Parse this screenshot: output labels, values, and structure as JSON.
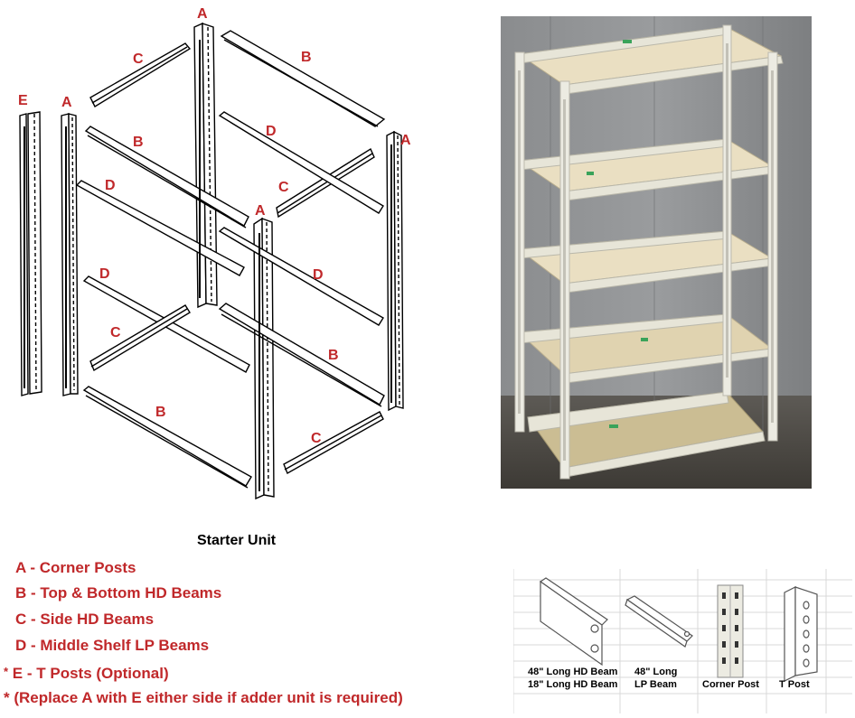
{
  "diagram": {
    "labels": {
      "E_post": "E",
      "A_left": "A",
      "A_top": "A",
      "A_right": "A",
      "A_front": "A",
      "B_top_back": "B",
      "B_top_front": "B",
      "B_bottom_back": "B",
      "B_bottom_front": "B",
      "C_top_left": "C",
      "C_top_right": "C",
      "C_bottom_left": "C",
      "C_bottom_right": "C",
      "D_upper_left": "D",
      "D_upper_right": "D",
      "D_lower_left": "D",
      "D_lower_right": "D"
    }
  },
  "caption": {
    "title": "Starter Unit",
    "legend": [
      "A - Corner Posts",
      "B - Top & Bottom HD Beams",
      "C - Side HD Beams",
      "D - Middle Shelf LP Beams"
    ],
    "note_star_1": "*",
    "note_1": "E - T Posts  (Optional)",
    "note_2": "* (Replace A  with E either side if adder unit is required)"
  },
  "parts_table": {
    "hd_beam_line1": "48\" Long HD Beam",
    "hd_beam_line2": "18\" Long HD Beam",
    "lp_beam_line1": "48\" Long",
    "lp_beam_line2": "LP Beam",
    "corner_post": "Corner Post",
    "t_post": "T Post"
  },
  "colors": {
    "label_red": "#c0282a",
    "photo_wall": "#8f9193",
    "shelf_board": "#eadfc2",
    "frame": "#e7e5d8"
  }
}
